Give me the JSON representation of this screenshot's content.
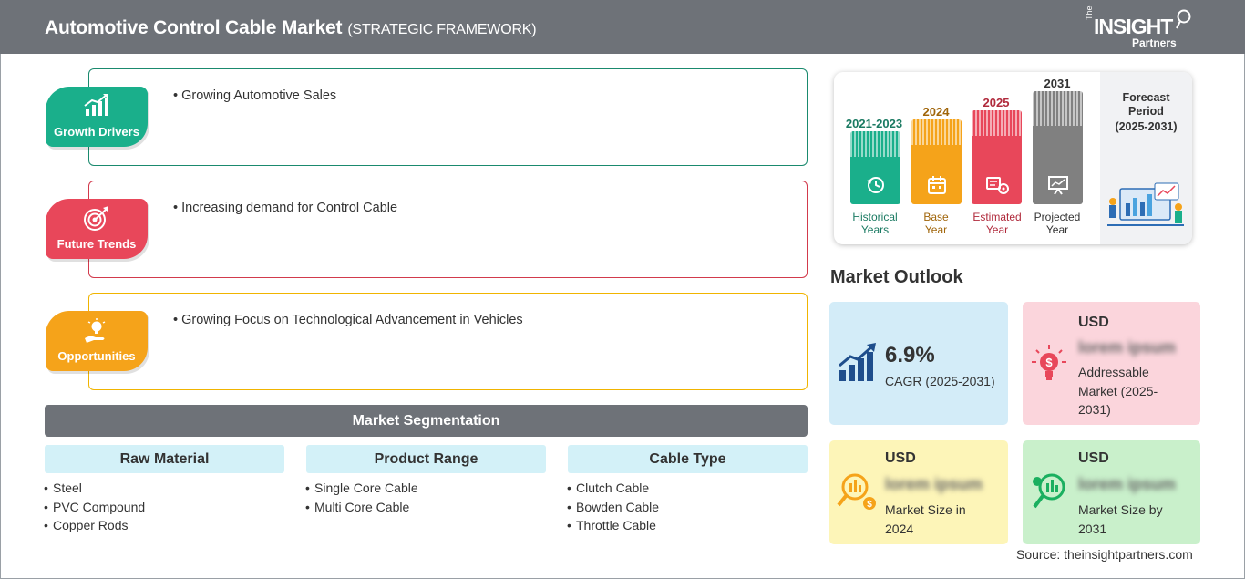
{
  "header": {
    "title": "Automotive Control Cable Market",
    "subtitle": "(STRATEGIC FRAMEWORK)",
    "logo": {
      "the": "The",
      "insight": "INSIGHT",
      "partners": "Partners"
    }
  },
  "drivers": [
    {
      "label": "Growth Drivers",
      "text": "Growing Automotive Sales",
      "color": "#1aaf8b",
      "border": "#1a8a6e",
      "icon": "growth-chart-icon"
    },
    {
      "label": "Future Trends",
      "text": "Increasing demand for Control Cable",
      "color": "#e8475a",
      "border": "#d23a4c",
      "icon": "target-icon"
    },
    {
      "label": "Opportunities",
      "text": "Growing Focus on Technological Advancement in Vehicles",
      "color": "#f5a31a",
      "border": "#f0b400",
      "icon": "lightbulb-hand-icon"
    }
  ],
  "segmentation": {
    "title": "Market Segmentation",
    "columns": [
      {
        "header": "Raw Material",
        "items": [
          "Steel",
          "PVC Compound",
          "Copper Rods"
        ]
      },
      {
        "header": "Product Range",
        "items": [
          "Single Core Cable",
          "Multi Core Cable"
        ]
      },
      {
        "header": "Cable Type",
        "items": [
          "Clutch Cable",
          "Bowden Cable",
          "Throttle Cable"
        ]
      }
    ]
  },
  "timeline": {
    "periods": [
      {
        "year": "2021-2023",
        "label1": "Historical",
        "label2": "Years",
        "color": "#1aaf8b",
        "textColor": "#1a7a62",
        "icon": "history-icon"
      },
      {
        "year": "2024",
        "label1": "Base",
        "label2": "Year",
        "color": "#f5a31a",
        "textColor": "#a0650a",
        "icon": "calendar-icon"
      },
      {
        "year": "2025",
        "label1": "Estimated",
        "label2": "Year",
        "color": "#e8475a",
        "textColor": "#b02a3c",
        "icon": "estimate-icon"
      },
      {
        "year": "2031",
        "label1": "Projected",
        "label2": "Year",
        "color": "#808080",
        "textColor": "#333333",
        "icon": "presentation-icon"
      }
    ],
    "forecast": {
      "line1": "Forecast",
      "line2": "Period",
      "line3": "(2025-2031)"
    }
  },
  "outlook": {
    "title": "Market Outlook",
    "cagr": {
      "value": "6.9%",
      "label": "CAGR (2025-2031)",
      "bg": "#d3ecf8"
    },
    "addressable": {
      "usd": "USD",
      "value": "lorem ipsum",
      "desc1": "Addressable",
      "desc2": "Market (2025-",
      "desc3": "2031)",
      "bg": "#fbd5dc"
    },
    "size2024": {
      "usd": "USD",
      "value": "lorem ipsum",
      "desc1": "Market Size in",
      "desc2": "2024",
      "bg": "#fdf5b8"
    },
    "size2031": {
      "usd": "USD",
      "value": "lorem ipsum",
      "desc1": "Market Size by",
      "desc2": "2031",
      "bg": "#c9f0cb"
    }
  },
  "source": "Source: theinsightpartners.com"
}
